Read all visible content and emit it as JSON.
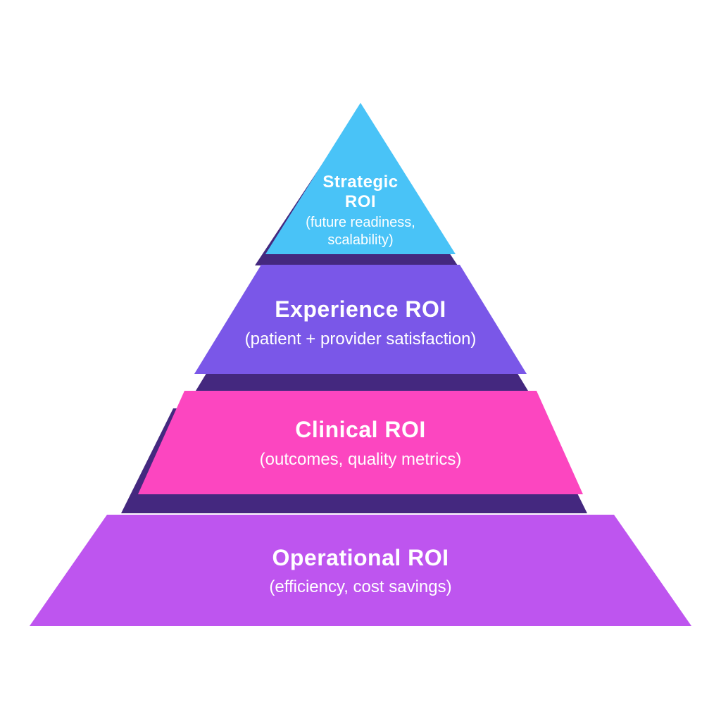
{
  "figure": {
    "background": "#ffffff",
    "shadow_color": "#44287F",
    "text_color": "#ffffff"
  },
  "tiers": [
    {
      "id": "strategic-roi",
      "title_lines": [
        "Strategic",
        "ROI"
      ],
      "subtitle_lines": [
        "(future readiness,",
        "scalability)"
      ],
      "fill": "#49C3F7"
    },
    {
      "id": "experience-roi",
      "title_lines": [
        "Experience ROI"
      ],
      "subtitle_lines": [
        "(patient + provider satisfaction)"
      ],
      "fill": "#7A57E8"
    },
    {
      "id": "clinical-roi",
      "title_lines": [
        "Clinical ROI"
      ],
      "subtitle_lines": [
        "(outcomes, quality metrics)"
      ],
      "fill": "#FC46C0"
    },
    {
      "id": "operational-roi",
      "title_lines": [
        "Operational ROI"
      ],
      "subtitle_lines": [
        "(efficiency, cost savings)"
      ],
      "fill": "#BE55EF"
    }
  ]
}
